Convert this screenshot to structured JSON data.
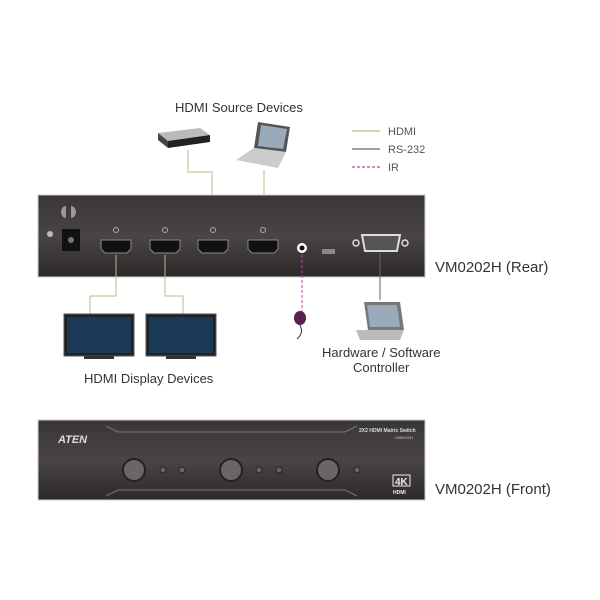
{
  "labels": {
    "source_devices": "HDMI Source Devices",
    "display_devices": "HDMI Display Devices",
    "controller_line1": "Hardware / Software",
    "controller_line2": "Controller",
    "rear_model": "VM0202H (Rear)",
    "front_model": "VM0202H (Front)"
  },
  "legend": [
    {
      "label": "HDMI",
      "color": "#c8b48a",
      "style": "solid"
    },
    {
      "label": "RS-232",
      "color": "#666666",
      "style": "solid"
    },
    {
      "label": "IR",
      "color": "#c040a0",
      "style": "dashed"
    }
  ],
  "front_panel": {
    "brand": "ATEN",
    "product_name": "2X2 HDMI Matrix Switch",
    "model_code": "VM0202H",
    "badge_4k": "4K",
    "badge_hdmi": "HDMI"
  }
}
